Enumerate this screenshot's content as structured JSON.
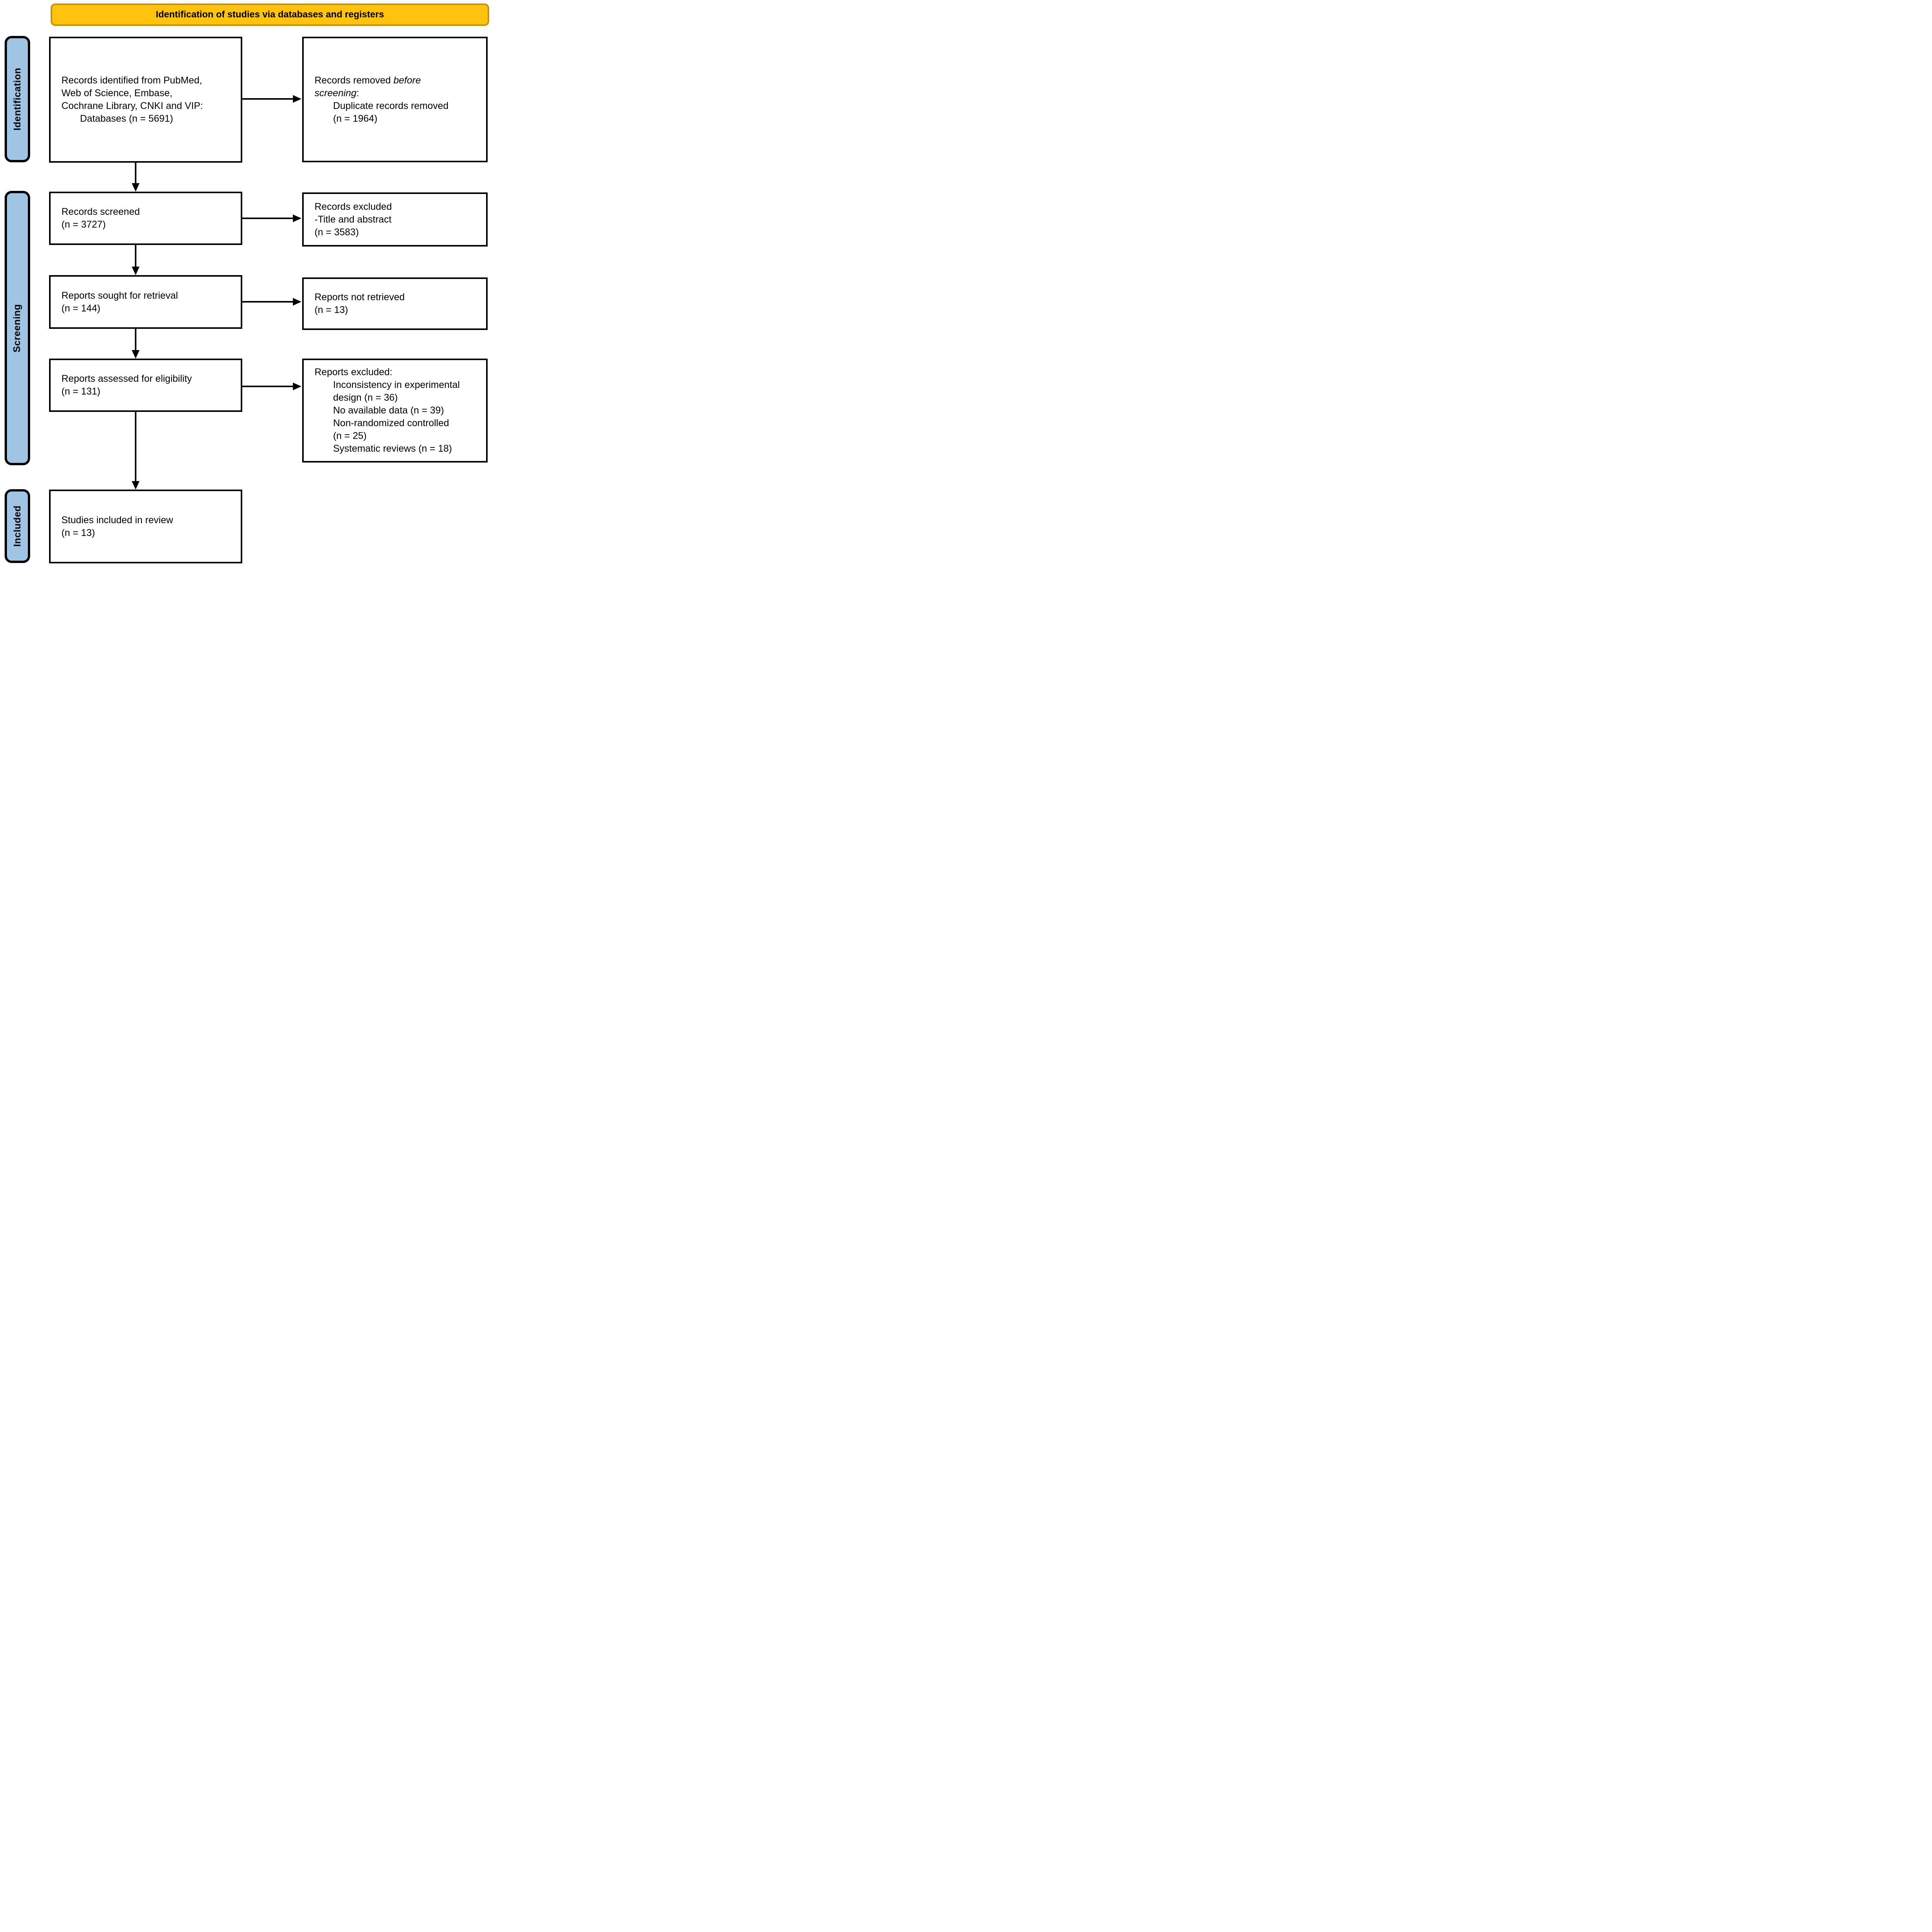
{
  "banner": {
    "label": "Identification of studies via databases and registers"
  },
  "sidebar": {
    "items": [
      {
        "id": "identification",
        "label": "Identification"
      },
      {
        "id": "screening",
        "label": "Screening"
      },
      {
        "id": "included",
        "label": "Included"
      }
    ]
  },
  "flow": {
    "left_boxes": [
      {
        "id": "records-identified",
        "lines": [
          {
            "segments": [
              {
                "text": "Records identified from PubMed,"
              }
            ]
          },
          {
            "segments": [
              {
                "text": "Web of Science, Embase,"
              }
            ]
          },
          {
            "segments": [
              {
                "text": "Cochrane Library, CNKI and VIP:"
              }
            ]
          },
          {
            "indent": true,
            "segments": [
              {
                "text": "Databases (n = 5691)"
              }
            ]
          }
        ]
      },
      {
        "id": "records-screened",
        "lines": [
          {
            "segments": [
              {
                "text": "Records screened"
              }
            ]
          },
          {
            "segments": [
              {
                "text": "(n = 3727)"
              }
            ]
          }
        ]
      },
      {
        "id": "reports-sought",
        "lines": [
          {
            "segments": [
              {
                "text": "Reports sought for retrieval"
              }
            ]
          },
          {
            "segments": [
              {
                "text": "(n = 144)"
              }
            ]
          }
        ]
      },
      {
        "id": "reports-assessed",
        "lines": [
          {
            "segments": [
              {
                "text": "Reports assessed for eligibility"
              }
            ]
          },
          {
            "segments": [
              {
                "text": "(n = 131)"
              }
            ]
          }
        ]
      },
      {
        "id": "studies-included",
        "lines": [
          {
            "segments": [
              {
                "text": "Studies included in review"
              }
            ]
          },
          {
            "segments": [
              {
                "text": "(n = 13)"
              }
            ]
          }
        ]
      }
    ],
    "right_boxes": [
      {
        "id": "records-removed",
        "lines": [
          {
            "segments": [
              {
                "text": "Records removed "
              },
              {
                "text": "before",
                "italic": true
              }
            ]
          },
          {
            "segments": [
              {
                "text": "screening",
                "italic": true
              },
              {
                "text": ":"
              }
            ]
          },
          {
            "indent": true,
            "segments": [
              {
                "text": "Duplicate records removed"
              }
            ]
          },
          {
            "indent": true,
            "segments": [
              {
                "text": "(n = 1964)"
              }
            ]
          }
        ]
      },
      {
        "id": "records-excluded",
        "lines": [
          {
            "segments": [
              {
                "text": "Records excluded"
              }
            ]
          },
          {
            "segments": [
              {
                "text": "-Title and abstract"
              }
            ]
          },
          {
            "segments": [
              {
                "text": "(n = 3583)"
              }
            ]
          }
        ]
      },
      {
        "id": "reports-not-retrieved",
        "lines": [
          {
            "segments": [
              {
                "text": "Reports not retrieved"
              }
            ]
          },
          {
            "segments": [
              {
                "text": "(n = 13)"
              }
            ]
          }
        ]
      },
      {
        "id": "reports-excluded",
        "lines": [
          {
            "segments": [
              {
                "text": "Reports excluded:"
              }
            ]
          },
          {
            "indent": true,
            "segments": [
              {
                "text": "Inconsistency in experimental"
              }
            ]
          },
          {
            "indent": true,
            "segments": [
              {
                "text": "design (n = 36)"
              }
            ]
          },
          {
            "indent": true,
            "segments": [
              {
                "text": "No available data (n = 39)"
              }
            ]
          },
          {
            "indent": true,
            "segments": [
              {
                "text": "Non-randomized controlled"
              }
            ]
          },
          {
            "indent": true,
            "segments": [
              {
                "text": "(n = 25)"
              }
            ]
          },
          {
            "indent": true,
            "segments": [
              {
                "text": "Systematic reviews (n = 18)"
              }
            ]
          }
        ]
      }
    ]
  },
  "colors": {
    "banner_bg": "#FFC20E",
    "banner_border": "#C79100",
    "sidebar_bg": "#A0C4E4",
    "box_border": "#000000",
    "ink": "#000000"
  }
}
